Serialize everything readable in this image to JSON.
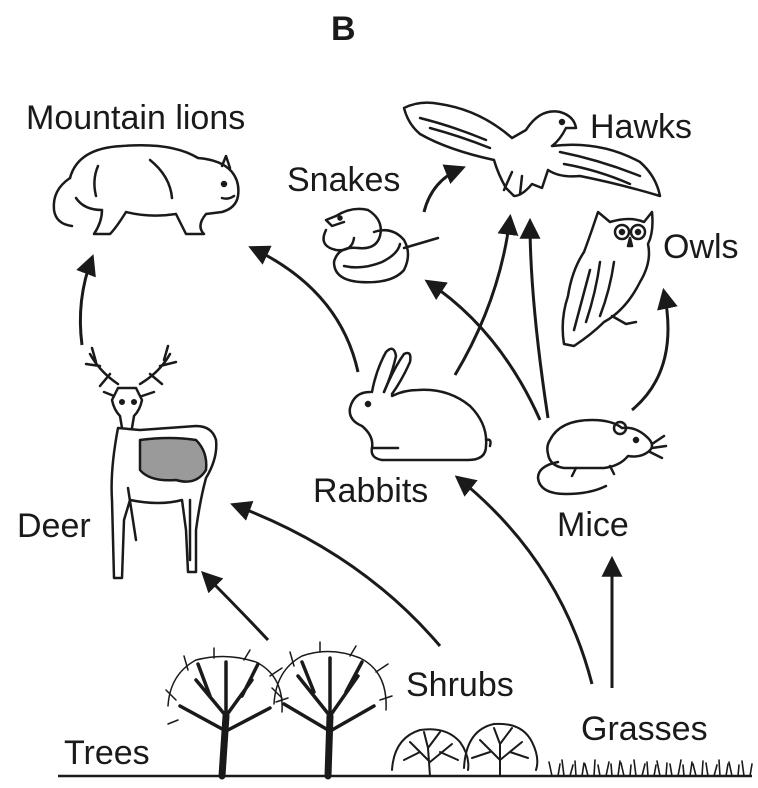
{
  "diagram": {
    "title": "B",
    "organisms": {
      "mountain_lions": "Mountain lions",
      "hawks": "Hawks",
      "snakes": "Snakes",
      "owls": "Owls",
      "deer": "Deer",
      "rabbits": "Rabbits",
      "mice": "Mice",
      "shrubs": "Shrubs",
      "trees": "Trees",
      "grasses": "Grasses"
    },
    "links": [
      {
        "from": "Deer",
        "to": "Mountain lions"
      },
      {
        "from": "Rabbits",
        "to": "Mountain lions"
      },
      {
        "from": "Rabbits",
        "to": "Hawks"
      },
      {
        "from": "Snakes",
        "to": "Hawks"
      },
      {
        "from": "Mice",
        "to": "Hawks"
      },
      {
        "from": "Mice",
        "to": "Snakes"
      },
      {
        "from": "Mice",
        "to": "Owls"
      },
      {
        "from": "Trees",
        "to": "Deer"
      },
      {
        "from": "Shrubs",
        "to": "Deer"
      },
      {
        "from": "Grasses",
        "to": "Rabbits"
      },
      {
        "from": "Grasses",
        "to": "Mice"
      }
    ]
  },
  "colors": {
    "ink": "#1a1a1a",
    "deer_shading": "#9a9a9a",
    "background": "#ffffff"
  }
}
